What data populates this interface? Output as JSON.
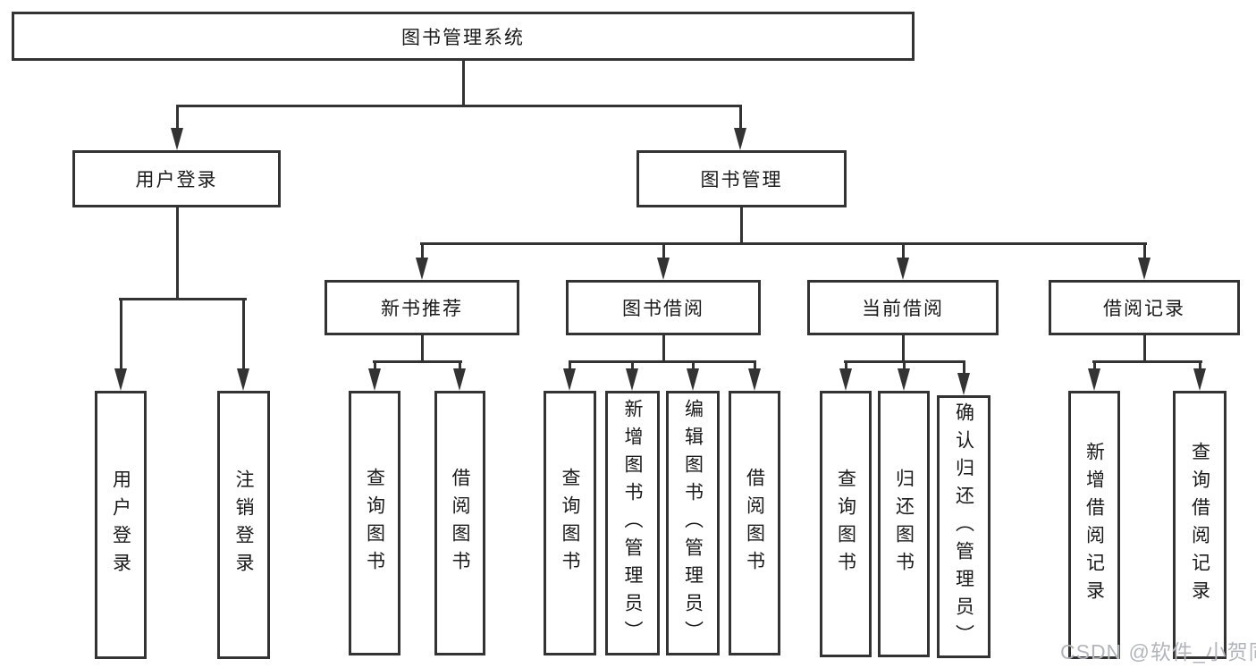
{
  "tree": {
    "root": {
      "label": "图书管理系统"
    },
    "branches": [
      {
        "label": "用户登录",
        "children": [
          {
            "label": "用户登录"
          },
          {
            "label": "注销登录"
          }
        ]
      },
      {
        "label": "图书管理",
        "children": [
          {
            "label": "新书推荐",
            "children": [
              {
                "label": "查询图书"
              },
              {
                "label": "借阅图书"
              }
            ]
          },
          {
            "label": "图书借阅",
            "children": [
              {
                "label": "查询图书"
              },
              {
                "label": "新增图书（管理员）"
              },
              {
                "label": "编辑图书（管理员）"
              },
              {
                "label": "借阅图书"
              }
            ]
          },
          {
            "label": "当前借阅",
            "children": [
              {
                "label": "查询图书"
              },
              {
                "label": "归还图书"
              },
              {
                "label": "确认归还（管理员）"
              }
            ]
          },
          {
            "label": "借阅记录",
            "children": [
              {
                "label": "新增借阅记录"
              },
              {
                "label": "查询借阅记录"
              }
            ]
          }
        ]
      }
    ]
  },
  "watermark": {
    "text": "CSDN @软件_小贺同学",
    "color": "#b2b6bc"
  },
  "colors": {
    "stroke": "#333333",
    "text": "#1a1a1a",
    "background": "#ffffff"
  }
}
